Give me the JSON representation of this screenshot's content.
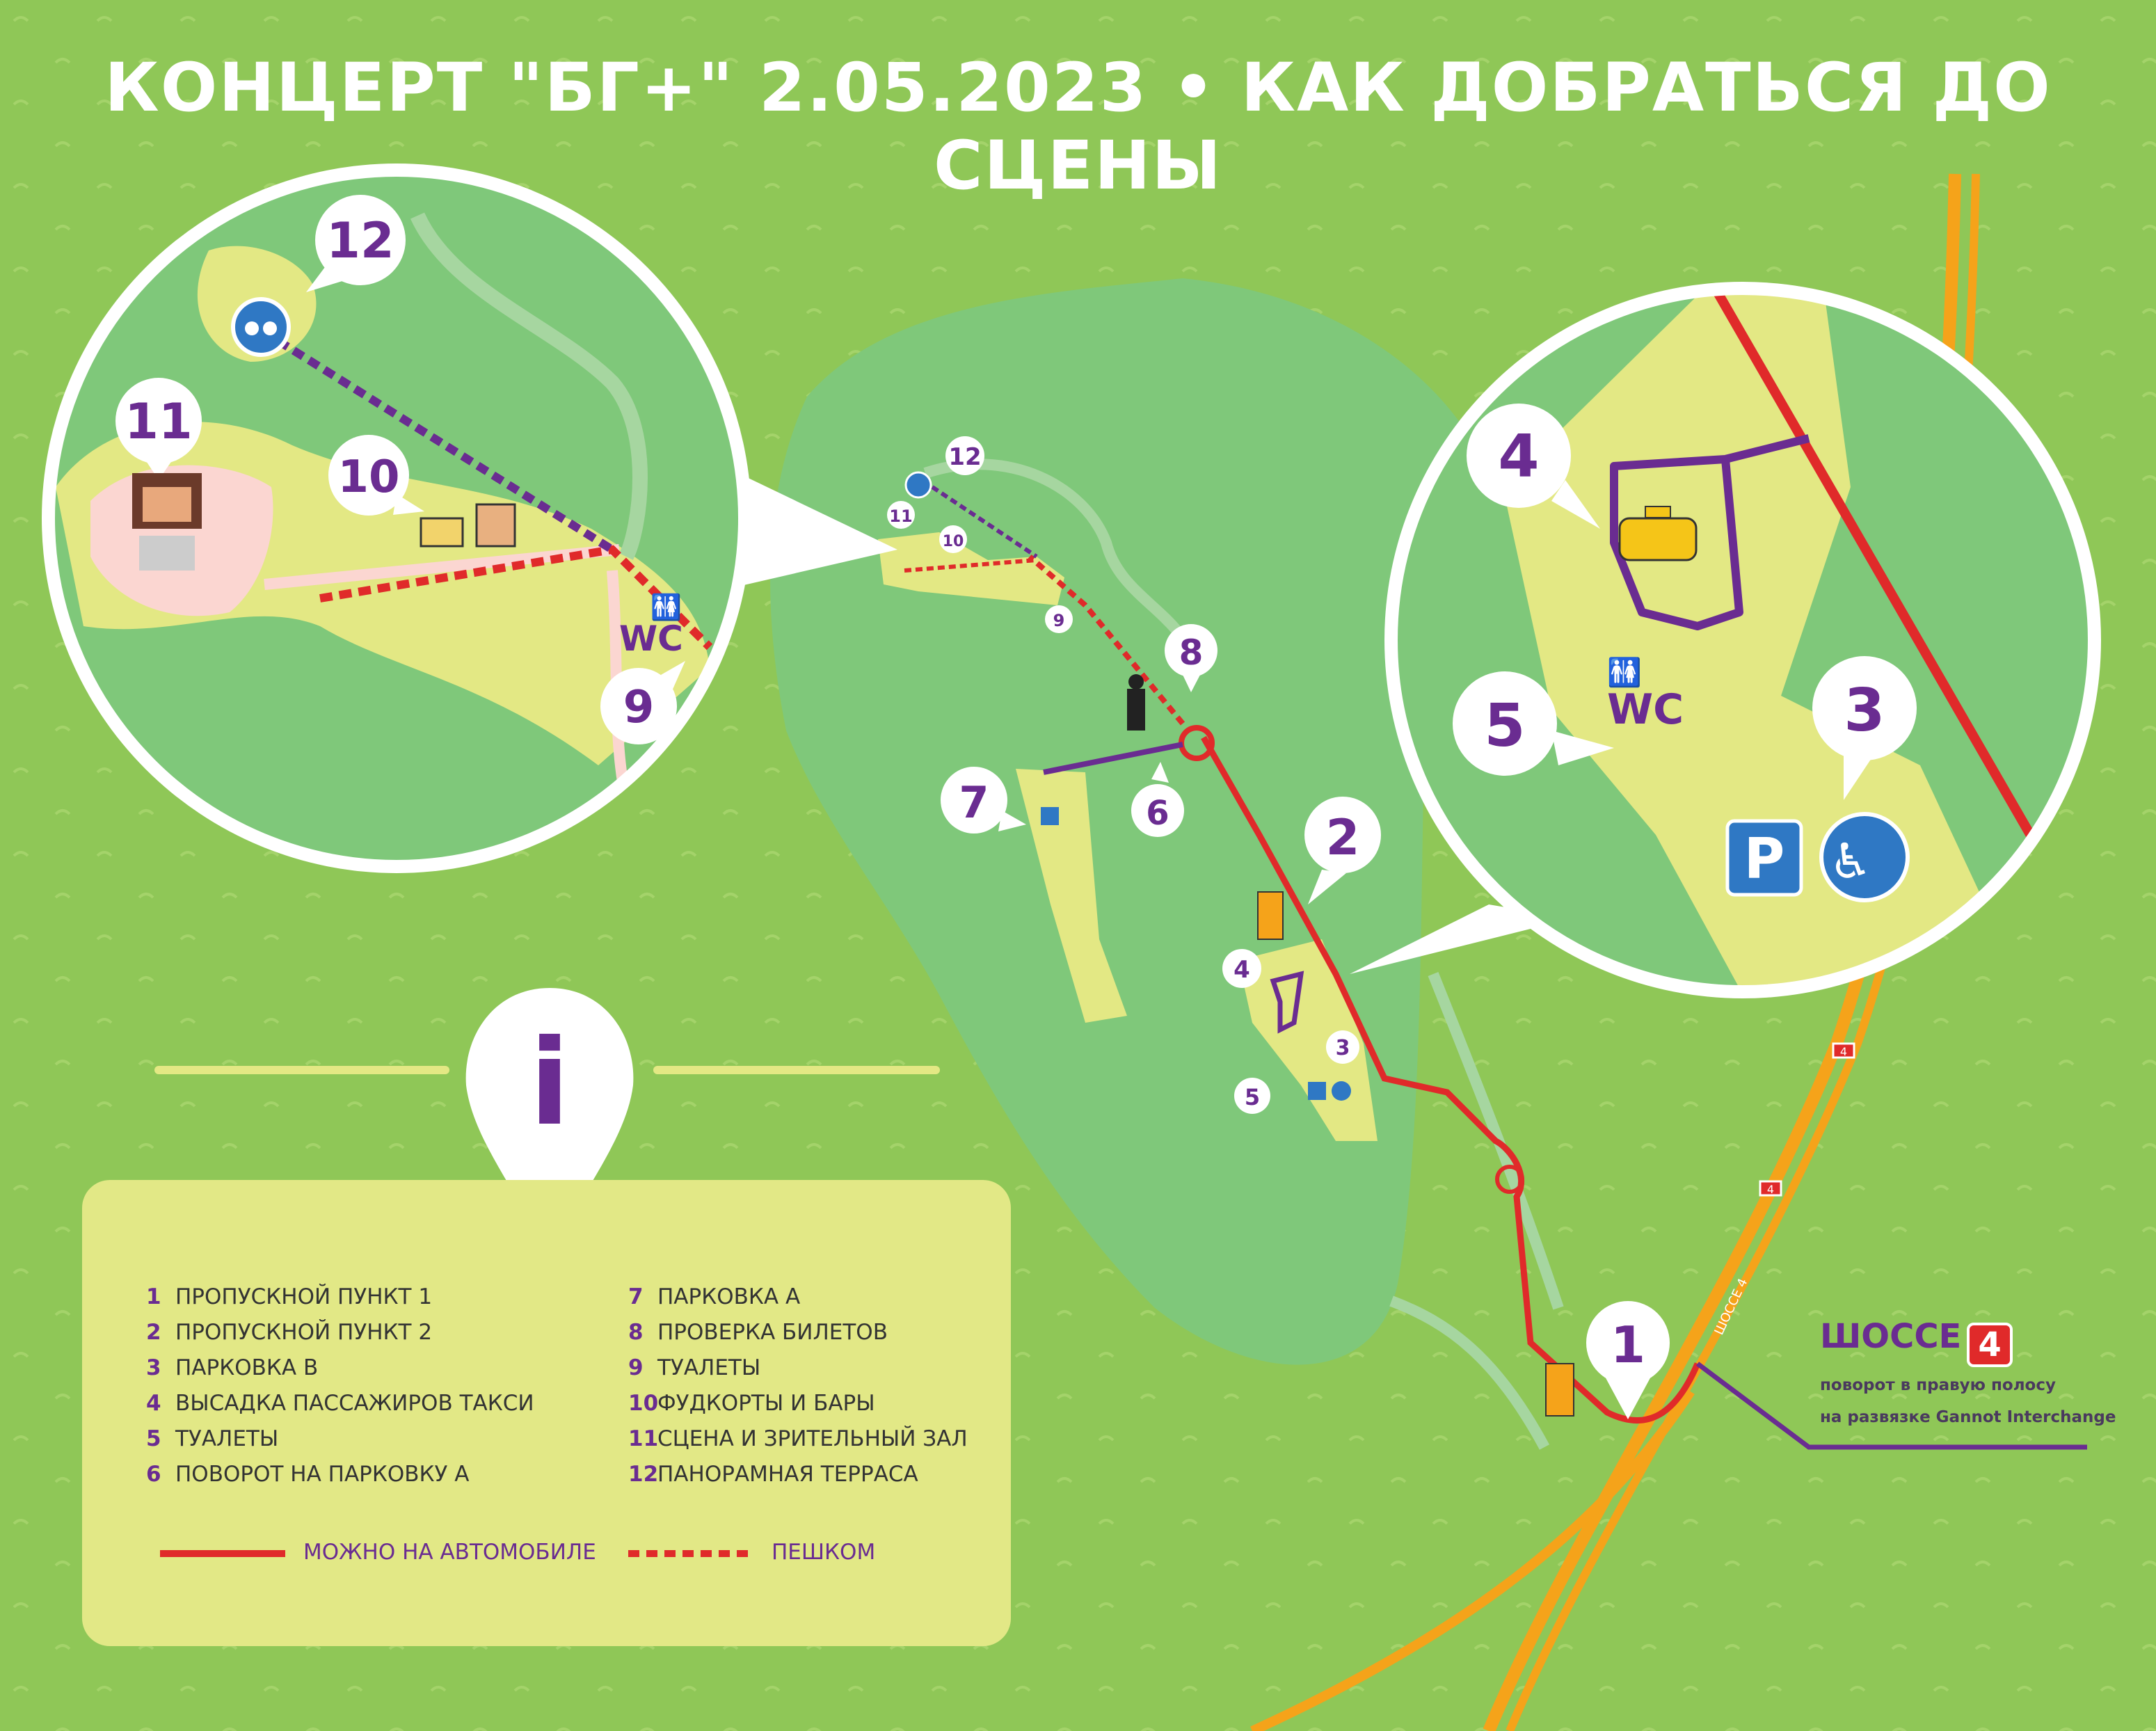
{
  "title": "КОНЦЕРТ \"БГ+\" 2.05.2023 • КАК ДОБРАТЬСЯ ДО СЦЕНЫ",
  "colors": {
    "background": "#8fc757",
    "park": "#7fc87a",
    "path_zone": "#e3e884",
    "car_route": "#e02a2a",
    "accent_purple": "#6a2c91",
    "highway": "#f5a31a",
    "parking_blue": "#2f78c4"
  },
  "pins": {
    "p1": "1",
    "p2": "2",
    "p3": "3",
    "p4": "4",
    "p5": "5",
    "p6": "6",
    "p7": "7",
    "p8": "8",
    "p9": "9",
    "p10": "10",
    "p11": "11",
    "p12": "12"
  },
  "info_icon": "i",
  "wc_label": "WC",
  "parking_label": "P",
  "highway_small_label": "4",
  "highway_road_label": "ШОССЕ 4",
  "legend": {
    "items_left": [
      {
        "num": "1",
        "label": "ПРОПУСКНОЙ ПУНКТ 1"
      },
      {
        "num": "2",
        "label": "ПРОПУСКНОЙ ПУНКТ 2"
      },
      {
        "num": "3",
        "label": "ПАРКОВКА B"
      },
      {
        "num": "4",
        "label": "ВЫСАДКА ПАССАЖИРОВ ТАКСИ"
      },
      {
        "num": "5",
        "label": "ТУАЛЕТЫ"
      },
      {
        "num": "6",
        "label": "ПОВОРОТ НА ПАРКОВКУ А"
      }
    ],
    "items_right": [
      {
        "num": "7",
        "label": "ПАРКОВКА А"
      },
      {
        "num": "8",
        "label": "ПРОВЕРКА БИЛЕТОВ"
      },
      {
        "num": "9",
        "label": "ТУАЛЕТЫ"
      },
      {
        "num": "10",
        "label": "ФУДКОРТЫ И БАРЫ"
      },
      {
        "num": "11",
        "label": "СЦЕНА И ЗРИТЕЛЬНЫЙ ЗАЛ"
      },
      {
        "num": "12",
        "label": "ПАНОРАМНАЯ ТЕРРАСА"
      }
    ],
    "car_line": "МОЖНО НА АВТОМОБИЛЕ",
    "walk_line": "ПЕШКОМ"
  },
  "highway": {
    "name": "ШОССЕ",
    "number": "4",
    "note_line1": "поворот в правую полосу",
    "note_line2": "на развязке Gannot Interchange"
  },
  "icons": [
    "binoculars-icon",
    "stage-icon",
    "food-stall-icon",
    "toilet-icon",
    "taxi-icon",
    "parking-icon",
    "accessible-parking-icon",
    "checkpoint-booth-icon",
    "ticket-check-person-icon"
  ]
}
